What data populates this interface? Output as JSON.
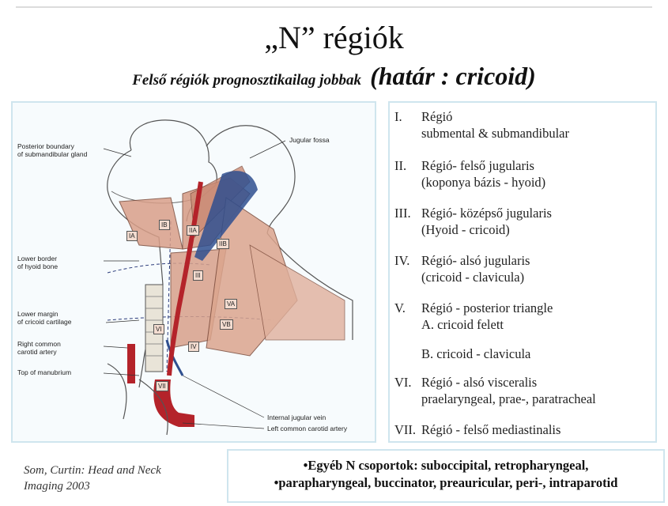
{
  "header": {
    "title": "„N” régiók",
    "subtitle_small": "Felső régiók prognosztikailag jobbak",
    "subtitle_big": "(határ : cricoid)"
  },
  "figure": {
    "labels": {
      "posterior_boundary": "Posterior boundary\nof submandibular gland",
      "jugular_fossa": "Jugular fossa",
      "lower_border_hyoid": "Lower border\nof hyoid bone",
      "lower_margin_cricoid": "Lower margin\nof cricoid cartilage",
      "right_common_carotid": "Right common\ncarotid artery",
      "top_manubrium": "Top of manubrium",
      "internal_jugular": "Internal jugular vein",
      "left_common_carotid": "Left common carotid artery"
    },
    "tags": {
      "ia": "IA",
      "ib": "IB",
      "iia": "IIA",
      "iib": "IIB",
      "iii": "III",
      "iv": "IV",
      "va": "VA",
      "vb": "VB",
      "vi": "VI",
      "vii": "VII"
    }
  },
  "regions": [
    {
      "num": "I.",
      "lines": [
        "Régió",
        "submental & submandibular"
      ]
    },
    {
      "num": "II.",
      "lines": [
        "Régió- felső  jugularis",
        "(koponya bázis - hyoid)"
      ]
    },
    {
      "num": "III.",
      "lines": [
        "Régió- középső jugularis",
        "(Hyoid - cricoid)"
      ]
    },
    {
      "num": "IV.",
      "lines": [
        "Régió- alsó jugularis",
        "(cricoid - clavicula)"
      ]
    },
    {
      "num": "V.",
      "lines": [
        "Régió - posterior triangle",
        "A. cricoid felett"
      ]
    },
    {
      "num": "",
      "lines": [
        "B. cricoid - clavicula"
      ]
    },
    {
      "num": "VI.",
      "lines": [
        "Régió  - alsó visceralis",
        "praelaryngeal, prae-, paratracheal"
      ]
    },
    {
      "num": "VII.",
      "lines": [
        "Régió  - felső mediastinalis"
      ]
    }
  ],
  "citation": {
    "line1": "Som, Curtin: Head and Neck",
    "line2": "Imaging 2003"
  },
  "others": {
    "line1": "•Egyéb N csoportok: suboccipital, retropharyngeal,",
    "line2": "•parapharyngeal, buccinator, preauricular, peri-, intraparotid"
  }
}
